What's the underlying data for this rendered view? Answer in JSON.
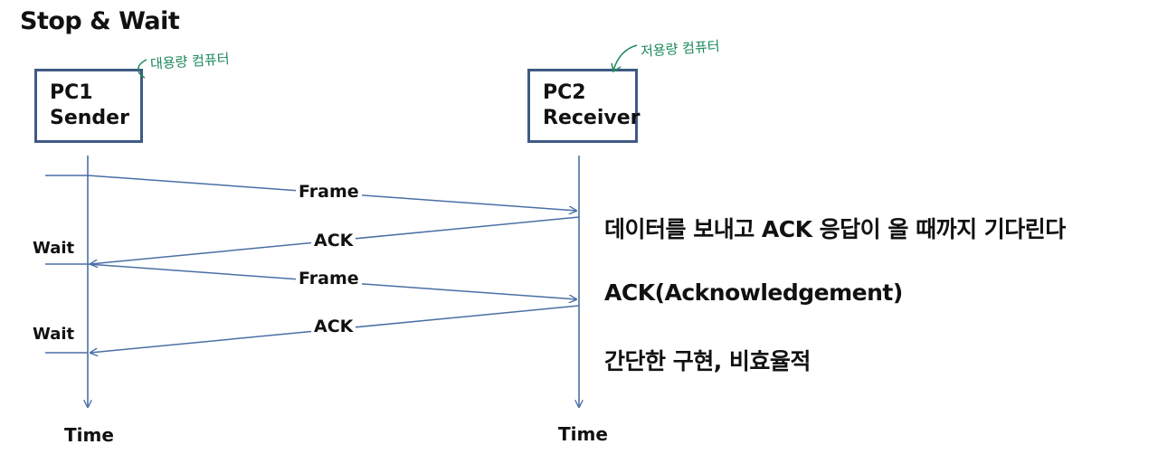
{
  "title": "Stop & Wait",
  "pc1": {
    "line1": "PC1",
    "line2": "Sender",
    "note": "대용량 컴퓨터"
  },
  "pc2": {
    "line1": "PC2",
    "line2": "Receiver",
    "note": "저용량 컴퓨터"
  },
  "messages": [
    {
      "label": "Frame",
      "direction": "sender-to-receiver"
    },
    {
      "label": "ACK",
      "direction": "receiver-to-sender"
    },
    {
      "label": "Frame",
      "direction": "sender-to-receiver"
    },
    {
      "label": "ACK",
      "direction": "receiver-to-sender"
    }
  ],
  "wait_labels": [
    "Wait",
    "Wait"
  ],
  "time_labels": [
    "Time",
    "Time"
  ],
  "descriptions": [
    "데이터를 보내고 ACK 응답이 올 때까지 기다린다",
    "ACK(Acknowledgement)",
    "간단한 구현, 비효율적"
  ],
  "colors": {
    "line": "#4a6fa5",
    "box_border": "#3f5a84",
    "note": "#1b8a5a"
  }
}
